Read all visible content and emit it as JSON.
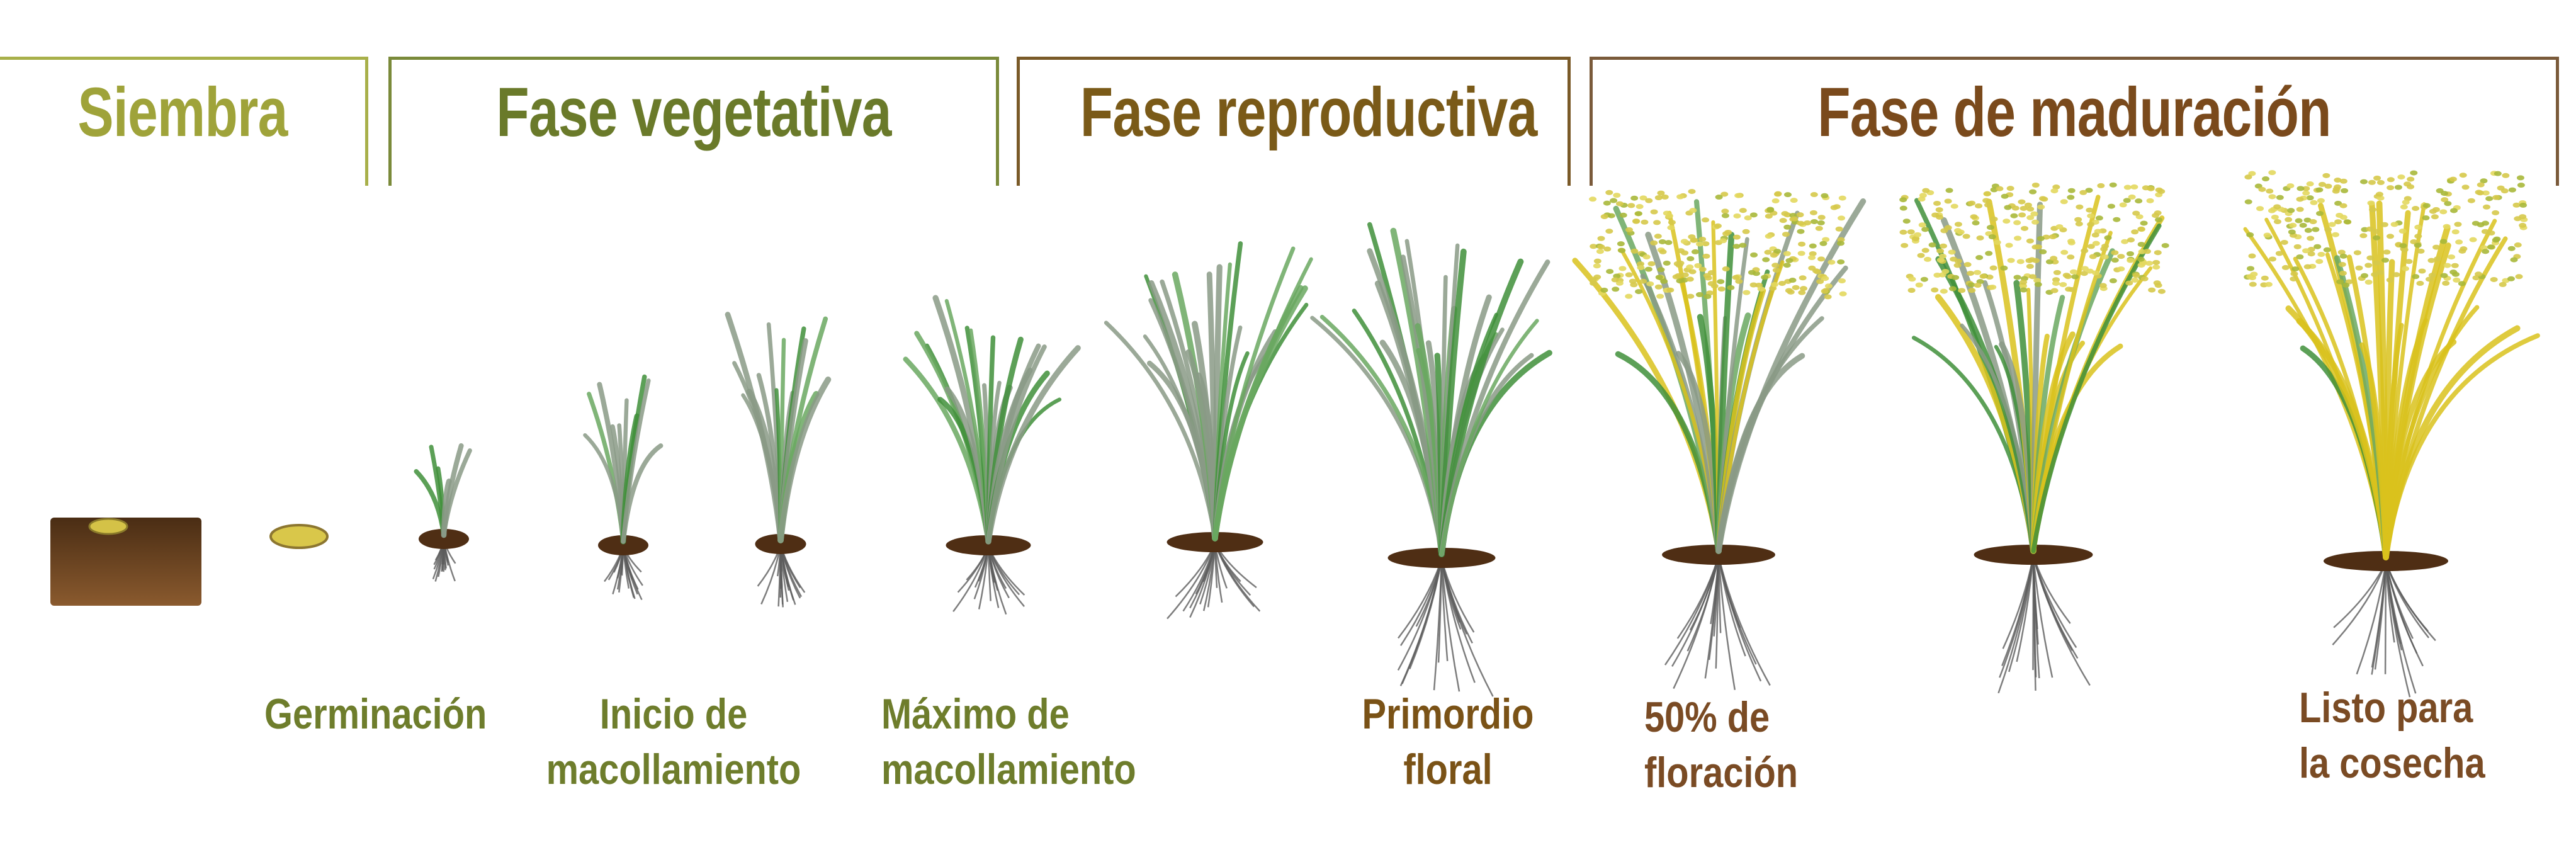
{
  "colors": {
    "siembra": "#9fa33a",
    "vegetativa": "#6a7a2a",
    "reproductiva": "#7a5a18",
    "maduracion": "#7a4a1c",
    "border_siembra": "#a8b04a",
    "border_vegetativa": "#7a8a3a",
    "border_reproductiva": "#7a5a28",
    "border_maduracion": "#7a5a3a",
    "label_vegetativa": "#6e7d2c",
    "label_reproductiva": "#7a5216",
    "label_maduracion": "#7a4b24",
    "soil": "#6b3f1e",
    "leaf_green": "#4f9a4a",
    "leaf_gray": "#8a9a86",
    "grain_yellow": "#d6c94a",
    "root": "#5d5d5d"
  },
  "phases": [
    {
      "label": "Siembra"
    },
    {
      "label": "Fase vegetativa"
    },
    {
      "label": "Fase reproductiva"
    },
    {
      "label": "Fase de maduración"
    }
  ],
  "stages": [
    {
      "lines": [
        "Germinación"
      ]
    },
    {
      "lines": [
        "Inicio de",
        "macollamiento"
      ]
    },
    {
      "lines": [
        "Máximo de",
        "macollamiento"
      ]
    },
    {
      "lines": [
        "Primordio",
        "floral"
      ]
    },
    {
      "lines": [
        "50% de",
        "floración"
      ]
    },
    {
      "lines": [
        "Listo para",
        "la cosecha"
      ]
    }
  ]
}
